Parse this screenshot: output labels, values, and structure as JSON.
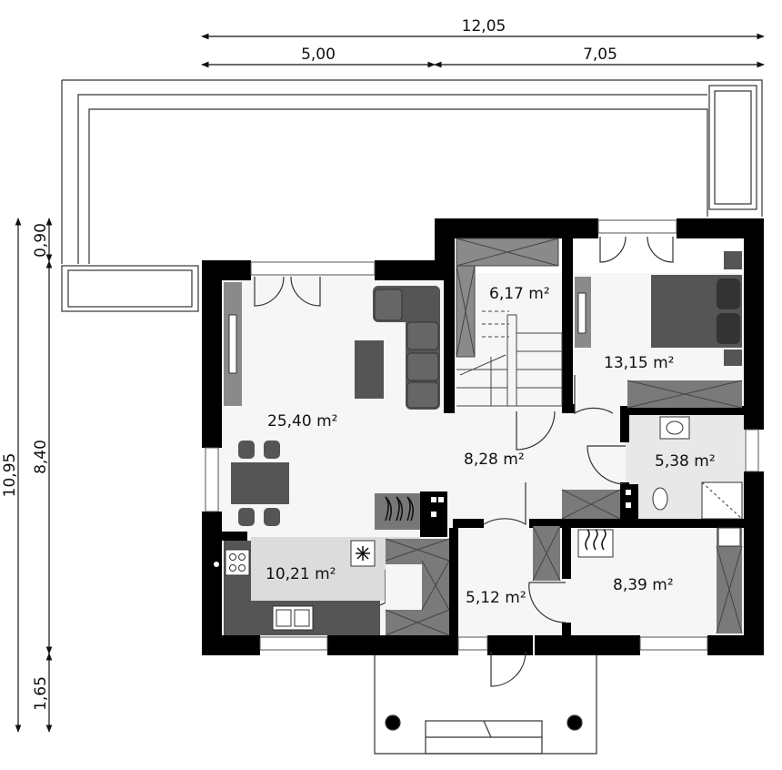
{
  "dimensions": {
    "top_total": "12,05",
    "top_left": "5,00",
    "top_right": "7,05",
    "left_total": "10,95",
    "left_terrace": "0,90",
    "left_house": "8,40",
    "left_porch": "1,65"
  },
  "rooms": {
    "living": "25,40 m²",
    "storage_stairs": "6,17 m²",
    "bedroom": "13,15 m²",
    "hall": "8,28 m²",
    "bathroom": "5,38 m²",
    "kitchen": "10,21 m²",
    "vestibule": "5,12 m²",
    "utility": "8,39 m²"
  },
  "colors": {
    "wall": "#000000",
    "furniture_dark": "#555555",
    "furniture_mid": "#8a8a8a",
    "floor_tile": "#e8e8e8",
    "kitchen_counter": "#dcdcdc",
    "line": "#222222"
  },
  "icons": {
    "fireplace": "flame-icon",
    "heater": "heat-waves-icon",
    "snowflake": "snowflake-icon"
  }
}
